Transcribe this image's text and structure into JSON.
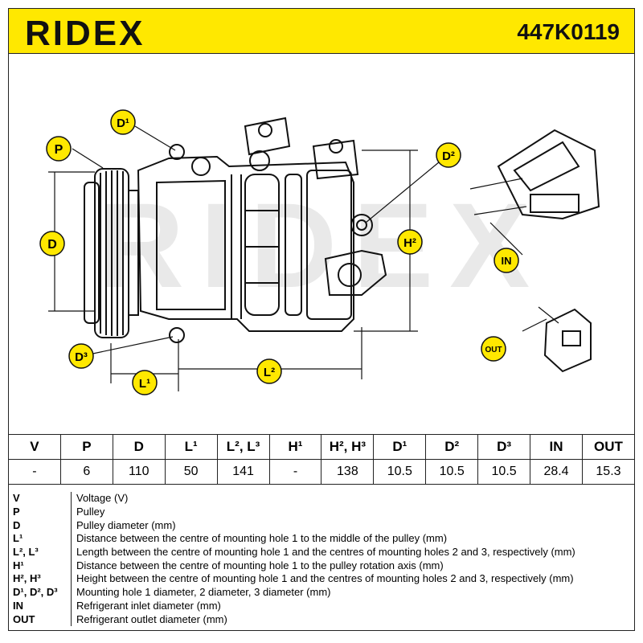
{
  "header": {
    "brand": "RIDEX",
    "part_number": "447K0119"
  },
  "watermark": "RIDEX",
  "labels": {
    "P": "P",
    "D": "D",
    "D1": "D¹",
    "D2": "D²",
    "D3": "D³",
    "L1": "L¹",
    "L2": "L²",
    "H2": "H²",
    "IN": "IN",
    "OUT": "OUT"
  },
  "spec_table": {
    "headers": [
      "V",
      "P",
      "D",
      "L¹",
      "L², L³",
      "H¹",
      "H², H³",
      "D¹",
      "D²",
      "D³",
      "IN",
      "OUT"
    ],
    "values": [
      "-",
      "6",
      "110",
      "50",
      "141",
      "-",
      "138",
      "10.5",
      "10.5",
      "10.5",
      "28.4",
      "15.3"
    ]
  },
  "legend": [
    {
      "key": "V",
      "desc": "Voltage (V)"
    },
    {
      "key": "P",
      "desc": "Pulley"
    },
    {
      "key": "D",
      "desc": "Pulley diameter (mm)"
    },
    {
      "key": "L¹",
      "desc": "Distance between the centre of mounting hole 1 to the middle of the pulley (mm)"
    },
    {
      "key": "L², L³",
      "desc": "Length between the centre of mounting hole 1 and the centres of mounting holes 2 and 3, respectively (mm)"
    },
    {
      "key": "H¹",
      "desc": "Distance between the centre of mounting hole 1 to the pulley rotation axis (mm)"
    },
    {
      "key": "H², H³",
      "desc": "Height between the centre of mounting hole 1 and the centres of mounting holes 2 and 3, respectively (mm)"
    },
    {
      "key": "D¹, D², D³",
      "desc": "Mounting hole 1 diameter, 2 diameter, 3 diameter (mm)"
    },
    {
      "key": "IN",
      "desc": "Refrigerant inlet diameter (mm)"
    },
    {
      "key": "OUT",
      "desc": "Refrigerant outlet diameter (mm)"
    }
  ],
  "colors": {
    "header_bg": "#ffe800",
    "badge": "#ffe800",
    "ink": "#111111",
    "watermark": "#e6e6e6"
  }
}
